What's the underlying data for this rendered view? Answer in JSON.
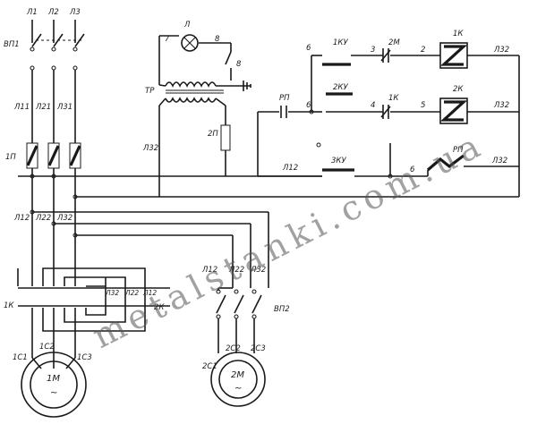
{
  "labels": {
    "l1": "Л1",
    "l2": "Л2",
    "l3": "Л3",
    "vp1": "ВП1",
    "vp2": "ВП2",
    "l11": "Л11",
    "l21": "Л21",
    "l31": "Л31",
    "l12": "Л12",
    "l22": "Л22",
    "l32": "Л32",
    "fuse1": "1П",
    "fuse2": "2П",
    "lamp": "Л",
    "n7": "7",
    "n8": "8",
    "n9": "8",
    "tr": "ТР",
    "rp": "РП",
    "ku1": "1КУ",
    "ku2": "2КУ",
    "ku3": "3КУ",
    "n6a": "6",
    "n6b": "6",
    "n6c": "6",
    "n3": "3",
    "n4": "4",
    "n5": "5",
    "n2": "2",
    "k1c": "2М",
    "k2c": "1К",
    "coil1": "1К",
    "coil2": "2К",
    "k1": "1К",
    "k2": "2К",
    "c11": "1С1",
    "c12": "1С2",
    "c13": "1С3",
    "c21": "2С1",
    "c22": "2С2",
    "c23": "2С3",
    "m1": "1М",
    "m2": "2М",
    "tilde": "~"
  },
  "watermark": "metalstanki.com.ua"
}
